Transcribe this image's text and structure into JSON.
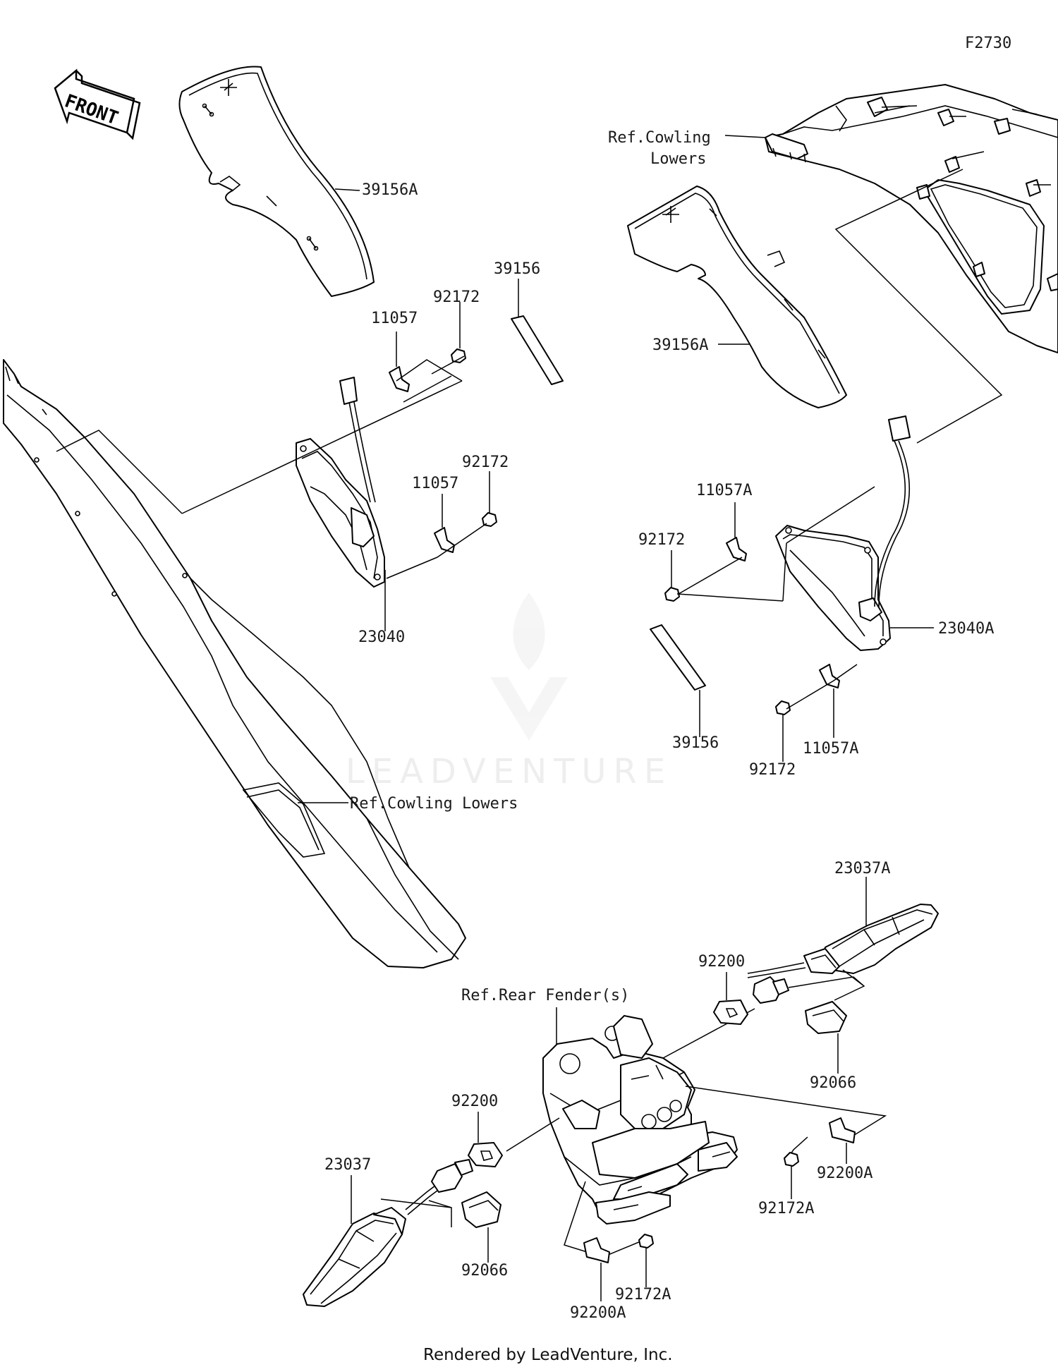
{
  "figure_code": "F2730",
  "front_label": "FRONT",
  "watermark": "LEADVENTURE",
  "footer": "Rendered by LeadVenture, Inc.",
  "callouts": [
    {
      "id": "39156A-top",
      "text": "39156A"
    },
    {
      "id": "39156-left",
      "text": "39156"
    },
    {
      "id": "92172-a",
      "text": "92172"
    },
    {
      "id": "11057-a",
      "text": "11057"
    },
    {
      "id": "92172-b",
      "text": "92172"
    },
    {
      "id": "11057-b",
      "text": "11057"
    },
    {
      "id": "23040",
      "text": "23040"
    },
    {
      "id": "ref-cowling-lowers-left",
      "text": "Ref.Cowling Lowers"
    },
    {
      "id": "ref-cowling-lowers-right-1",
      "text": "Ref.Cowling"
    },
    {
      "id": "ref-cowling-lowers-right-2",
      "text": "Lowers"
    },
    {
      "id": "39156A-right",
      "text": "39156A"
    },
    {
      "id": "11057A-top",
      "text": "11057A"
    },
    {
      "id": "92172-c",
      "text": "92172"
    },
    {
      "id": "23040A",
      "text": "23040A"
    },
    {
      "id": "39156-right",
      "text": "39156"
    },
    {
      "id": "11057A-bottom",
      "text": "11057A"
    },
    {
      "id": "92172-d",
      "text": "92172"
    },
    {
      "id": "23037A",
      "text": "23037A"
    },
    {
      "id": "92200-right",
      "text": "92200"
    },
    {
      "id": "ref-rear-fender",
      "text": "Ref.Rear Fender(s)"
    },
    {
      "id": "92066-right",
      "text": "92066"
    },
    {
      "id": "92200-left",
      "text": "92200"
    },
    {
      "id": "23037",
      "text": "23037"
    },
    {
      "id": "92066-left",
      "text": "92066"
    },
    {
      "id": "92172A-right",
      "text": "92172A"
    },
    {
      "id": "92200A-right",
      "text": "92200A"
    },
    {
      "id": "92172A-bottom",
      "text": "92172A"
    },
    {
      "id": "92200A-bottom",
      "text": "92200A"
    }
  ]
}
